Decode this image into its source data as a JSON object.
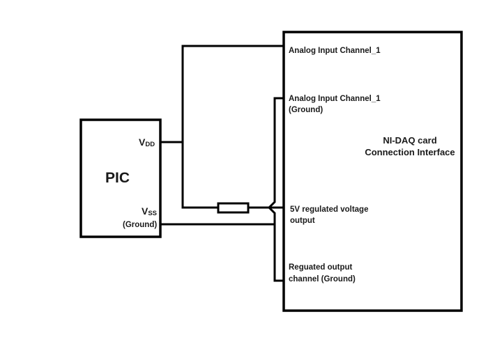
{
  "diagram": {
    "pic": {
      "title": "PIC",
      "vdd": {
        "main": "V",
        "sub": "DD"
      },
      "vss": {
        "main": "V",
        "sub": "SS"
      },
      "vss_note": "(Ground)"
    },
    "daq": {
      "title_line1": "NI-DAQ card",
      "title_line2": "Connection Interface",
      "pins": [
        {
          "line1": "Analog Input Channel_1",
          "line2": ""
        },
        {
          "line1": "Analog Input Channel_1",
          "line2": "(Ground)"
        },
        {
          "line1": "5V regulated voltage",
          "line2": "output"
        },
        {
          "line1": "Reguated output",
          "line2": "channel (Ground)"
        }
      ]
    },
    "components": {
      "resistor": "resistor"
    }
  }
}
